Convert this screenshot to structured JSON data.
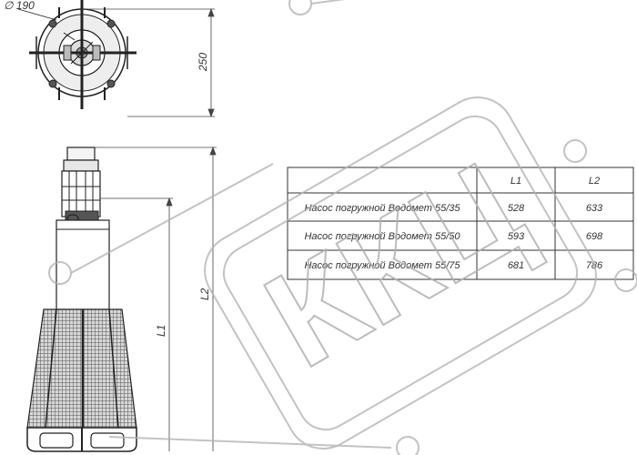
{
  "dimensions": {
    "flange_diameter": "∅ 190",
    "height_top_view": "250",
    "l1": "L1",
    "l2": "L2"
  },
  "table": {
    "headers": [
      "",
      "L1",
      "L2"
    ],
    "rows": [
      {
        "model": "Насос погружной Водомет 55/35",
        "l1": "528",
        "l2": "633"
      },
      {
        "model": "Насос погружной Водомет 55/50",
        "l1": "593",
        "l2": "698"
      },
      {
        "model": "Насос погружной Водомет 55/75",
        "l1": "681",
        "l2": "786"
      }
    ]
  },
  "watermark": {
    "text": "ККЦ"
  }
}
